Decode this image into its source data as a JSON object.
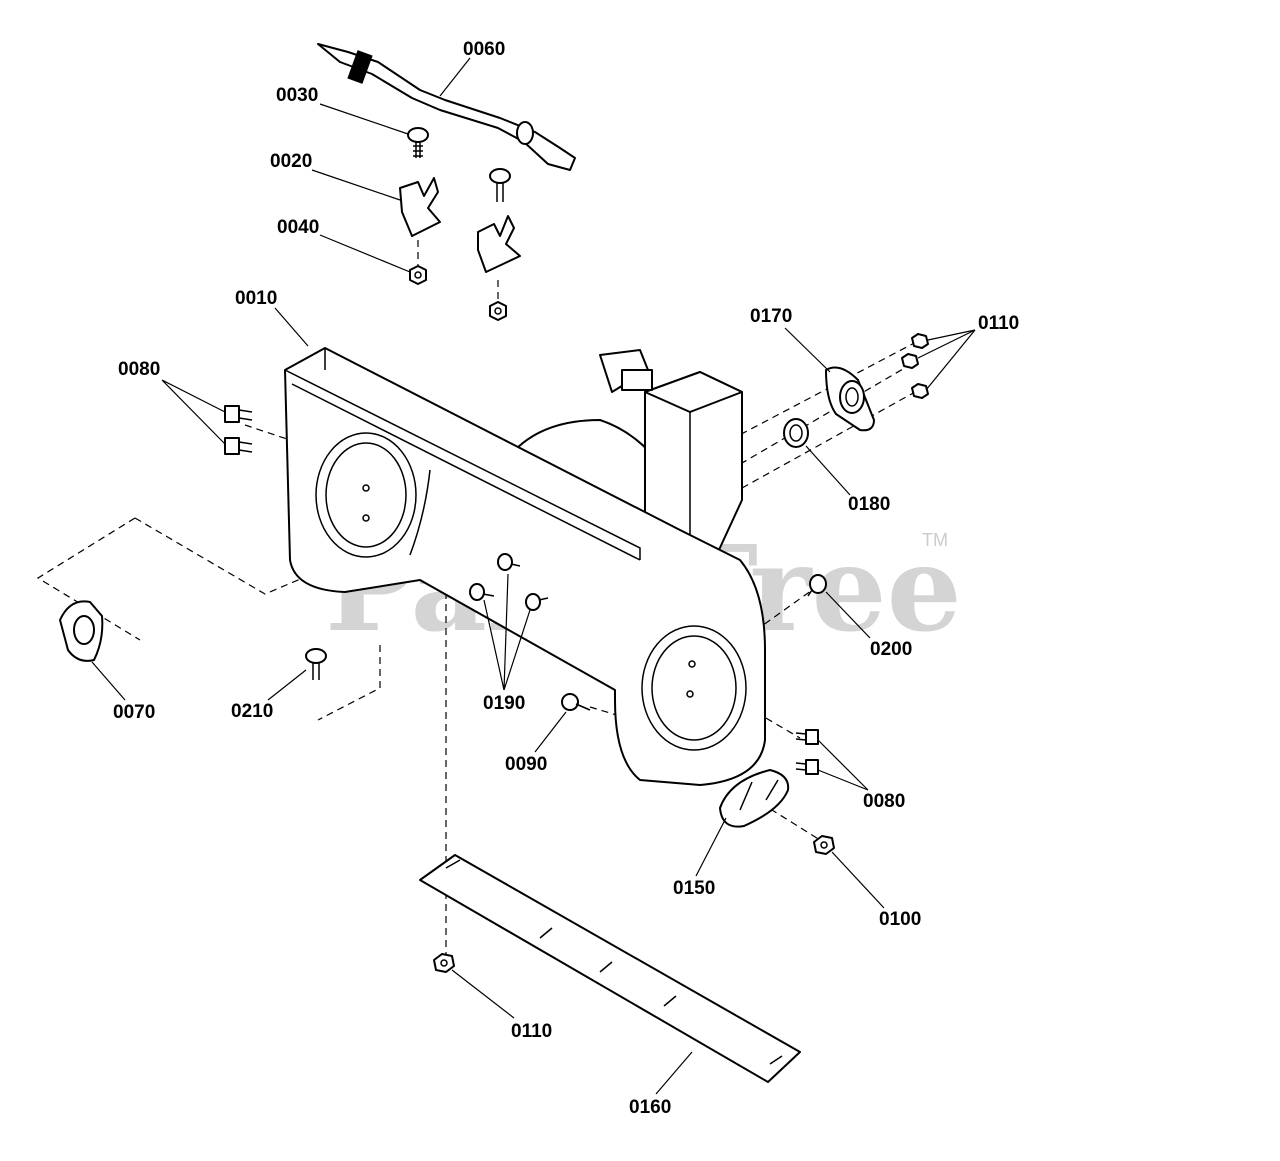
{
  "watermark": {
    "text": "PartsTree",
    "trademark": "TM"
  },
  "callouts": {
    "c0060": "0060",
    "c0030": "0030",
    "c0020": "0020",
    "c0040": "0040",
    "c0010": "0010",
    "c0080_left": "0080",
    "c0170": "0170",
    "c0110_top": "0110",
    "c0180": "0180",
    "c0200": "0200",
    "c0070": "0070",
    "c0210": "0210",
    "c0190": "0190",
    "c0090": "0090",
    "c0080_right": "0080",
    "c0150": "0150",
    "c0100": "0100",
    "c0110_bottom": "0110",
    "c0160": "0160"
  }
}
